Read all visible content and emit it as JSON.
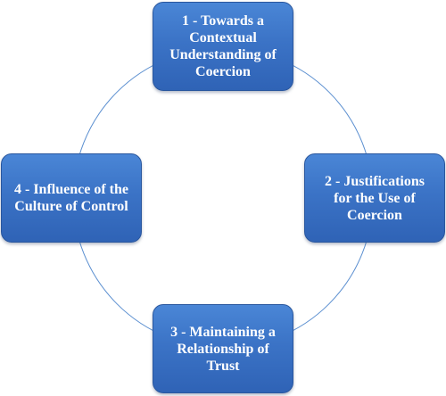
{
  "diagram": {
    "colors": {
      "node_fill": "#3b73c6",
      "node_border": "#2a579e",
      "node_text": "#ffffff",
      "ring": "#5b8fd0"
    },
    "nodes": [
      {
        "label": "1 - Towards a Contextual Understanding of Coercion"
      },
      {
        "label": "2 - Justifications for the Use of Coercion"
      },
      {
        "label": "3 - Maintaining a Relationship of Trust"
      },
      {
        "label": "4 - Influence of the Culture of Control"
      }
    ]
  }
}
